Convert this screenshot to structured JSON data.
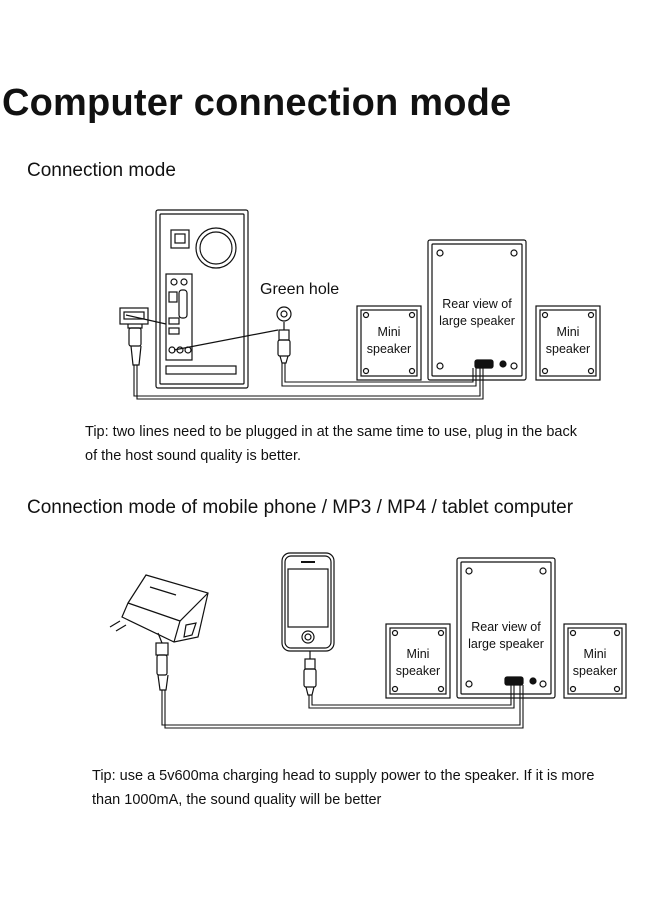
{
  "title": "Computer connection mode",
  "section1": {
    "title": "Connection mode",
    "green_hole_label": "Green hole",
    "rear_label_line1": "Rear view of",
    "rear_label_line2": "large speaker",
    "mini_left_line1": "Mini",
    "mini_left_line2": "speaker",
    "mini_right_line1": "Mini",
    "mini_right_line2": "speaker",
    "tip_line1": "Tip: two lines need to be plugged in at the same time to use, plug in the back",
    "tip_line2": "of the host sound quality is better."
  },
  "section2": {
    "title": "Connection mode of mobile phone / MP3 / MP4 / tablet computer",
    "rear_label_line1": "Rear view of",
    "rear_label_line2": "large speaker",
    "mini_left_line1": "Mini",
    "mini_left_line2": "speaker",
    "mini_right_line1": "Mini",
    "mini_right_line2": "speaker",
    "tip_line1": "Tip: use a 5v600ma charging head to supply power to the speaker. If it is more",
    "tip_line2": "than 1000mA, the sound quality will be better"
  },
  "icons": [
    "computer-tower-icon",
    "usb-plug-icon",
    "audio-jack-icon",
    "speaker-icon",
    "power-adapter-icon",
    "smartphone-icon"
  ]
}
